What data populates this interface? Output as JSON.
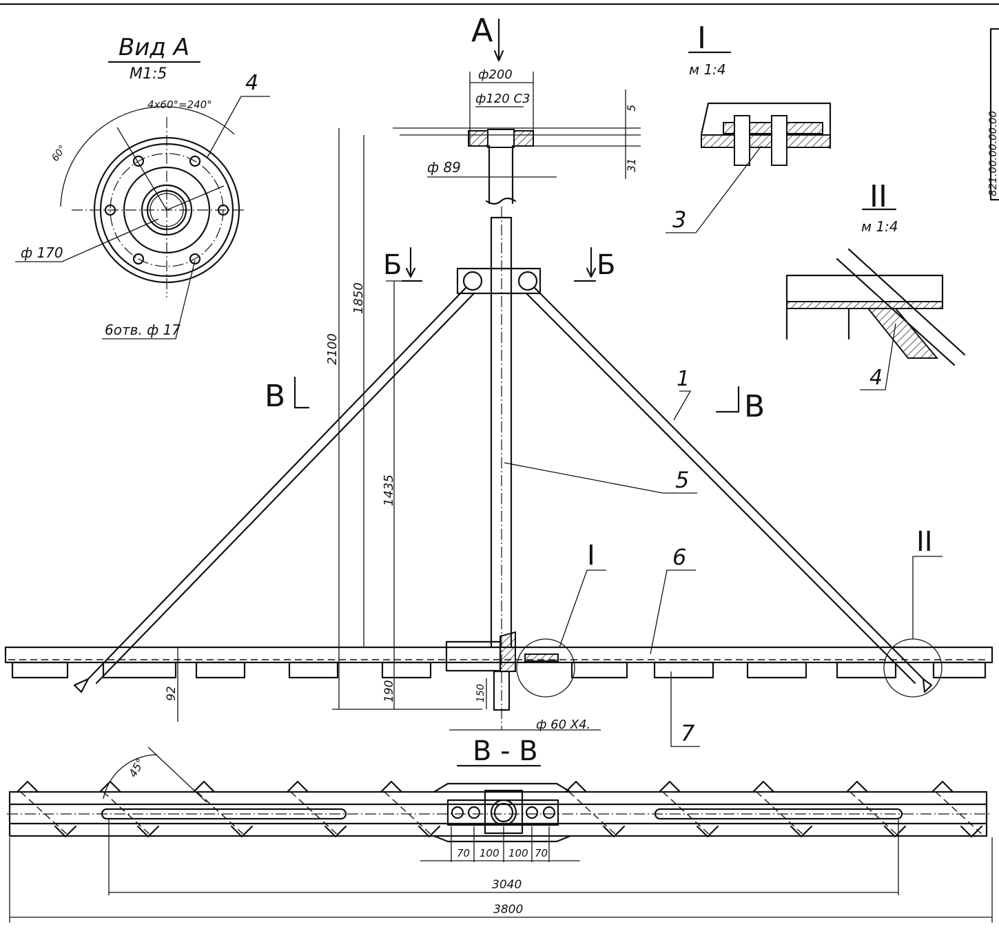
{
  "header_code": "821.00.00.00.00",
  "view_a": {
    "title": "Вид A",
    "scale": "M1:5",
    "angle_note": "4x60°=240°",
    "angle": "60°",
    "diameter": "ф 170",
    "holes": "6отв. ф 17",
    "callout": "4"
  },
  "section_arrows": {
    "a": "A",
    "b": "Б",
    "v": "B"
  },
  "detail_1": {
    "title": "I",
    "scale": "м 1:4",
    "callout": "3"
  },
  "detail_2": {
    "title": "II",
    "scale": "м 1:4",
    "callout": "4"
  },
  "top_dims": {
    "d200": "ф200",
    "d120": "ф120 C3",
    "d5": "5",
    "d31": "31",
    "d89": "ф 89"
  },
  "main_dims": {
    "d2100": "2100",
    "d1850": "1850",
    "d1435": "1435",
    "d190": "190",
    "d150": "150",
    "d92": "92",
    "d60": "ф 60 Х4."
  },
  "callouts": {
    "c1": "1",
    "c5": "5",
    "c6": "6",
    "c7": "7",
    "detail_1": "I",
    "detail_2": "II"
  },
  "section_vv": {
    "title": "B - B",
    "angle": "45°",
    "d70a": "70",
    "d100a": "100",
    "d100b": "100",
    "d70b": "70",
    "d3040": "3040",
    "d3800": "3800"
  }
}
